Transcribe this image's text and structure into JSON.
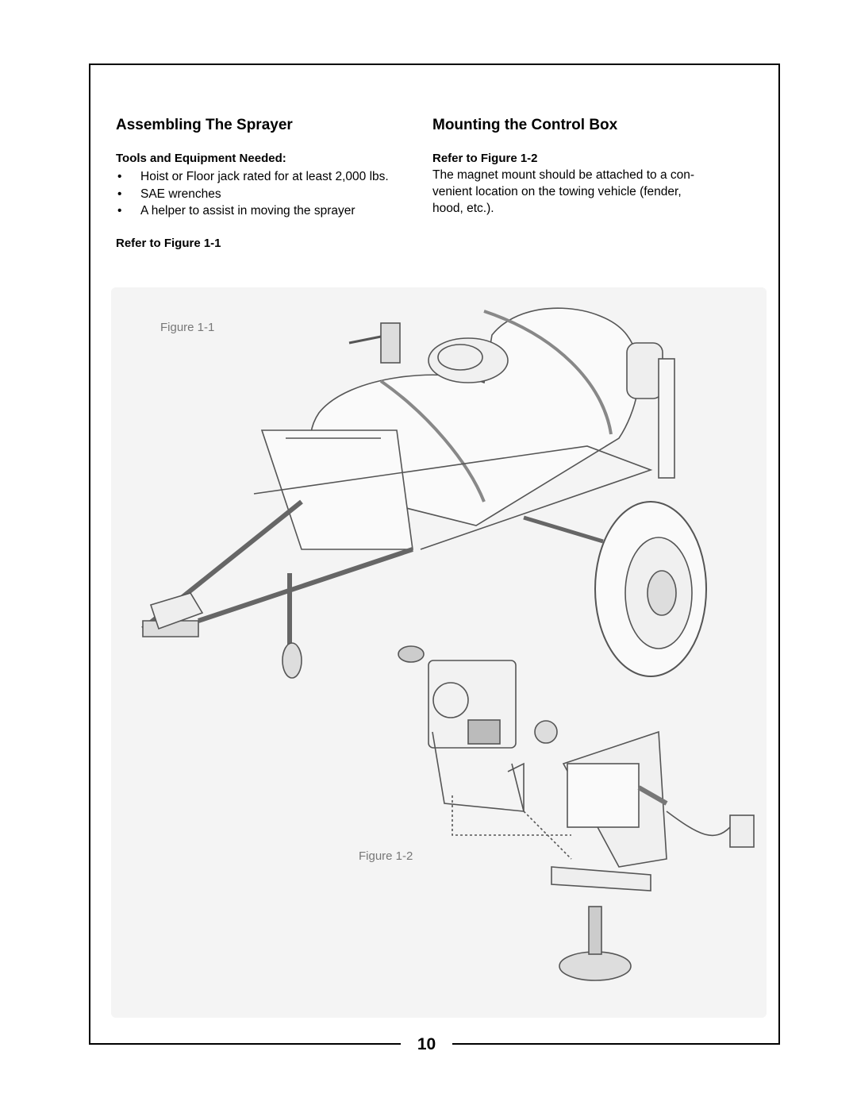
{
  "left": {
    "heading": "Assembling The Sprayer",
    "tools_heading": "Tools and Equipment Needed:",
    "tools": [
      "Hoist or Floor jack rated for at least 2,000 lbs.",
      "SAE wrenches",
      "A helper to assist in moving the sprayer"
    ],
    "refer": "Refer to Figure 1-1"
  },
  "right": {
    "heading": "Mounting the Control Box",
    "refer": "Refer to Figure 1-2",
    "paragraph_lines": [
      "The magnet mount should be attached to a con-",
      "venient location on the towing vehicle (fender,",
      "hood, etc.)."
    ]
  },
  "figures": {
    "fig1_label": "Figure 1-1",
    "fig2_label": "Figure 1-2"
  },
  "page_number": "10",
  "bullet_glyph": "•"
}
